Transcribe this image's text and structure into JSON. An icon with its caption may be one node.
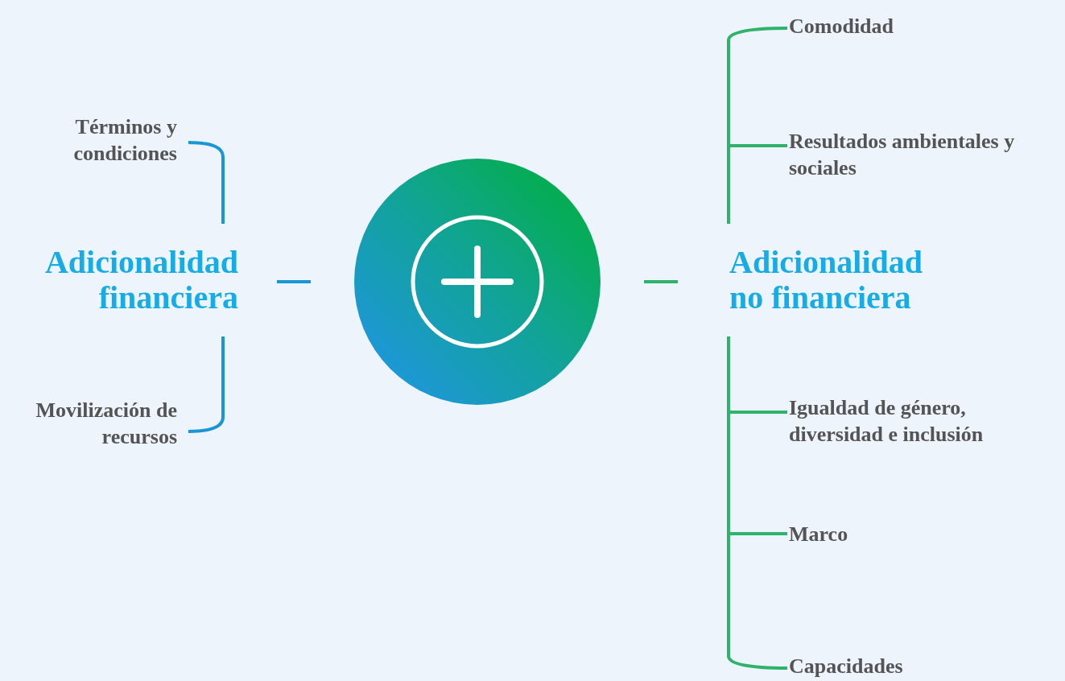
{
  "diagram": {
    "nodes": [
      {
        "text": [],
        "shape": "circle"
      },
      {
        "text": [
          "Adicionalidad financiera"
        ]
      },
      {
        "text": [
          "Términos y condiciones"
        ]
      },
      {
        "text": [
          "Movilización de recursos"
        ]
      },
      {
        "text": [
          "Adicionalidad no financiera"
        ]
      },
      {
        "text": [
          "Comodidad"
        ]
      },
      {
        "text": [
          "Resultados ambientales y sociales"
        ]
      },
      {
        "text": [
          "Igualdad de género, diversidad e inclusión"
        ]
      },
      {
        "text": [
          "Marco"
        ]
      },
      {
        "text": [
          "Capacidades"
        ]
      }
    ],
    "edges": [
      {
        "from": 0,
        "to": 1,
        "arrow": "none",
        "color": "#1a96d4"
      },
      {
        "from": 1,
        "to": 2,
        "arrow": "none",
        "color": "#1a96d4"
      },
      {
        "from": 1,
        "to": 3,
        "arrow": "none",
        "color": "#1a96d4"
      },
      {
        "from": 0,
        "to": 4,
        "arrow": "none"
      },
      {
        "from": 4,
        "to": 5,
        "arrow": "none"
      },
      {
        "from": 4,
        "to": 6,
        "arrow": "none"
      },
      {
        "from": 4,
        "to": 7,
        "arrow": "none"
      },
      {
        "from": 4,
        "to": 8,
        "arrow": "none"
      },
      {
        "from": 4,
        "to": 9,
        "arrow": "none"
      }
    ]
  }
}
